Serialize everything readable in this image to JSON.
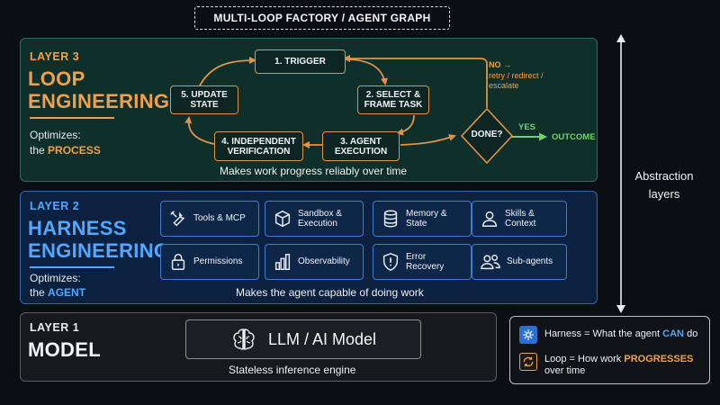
{
  "header": {
    "title": "MULTI-LOOP FACTORY / AGENT GRAPH"
  },
  "layer3": {
    "tag": "LAYER 3",
    "name_line1": "LOOP",
    "name_line2": "ENGINEERING",
    "optimizes_label": "Optimizes:",
    "the_label": "the",
    "focus": "PROCESS",
    "caption": "Makes work progress reliably over time",
    "nodes": {
      "trigger": "1. TRIGGER",
      "select": "2. SELECT &\nFRAME TASK",
      "execution": "3. AGENT\nEXECUTION",
      "verification": "4. INDEPENDENT\nVERIFICATION",
      "update": "5. UPDATE\nSTATE",
      "done": "DONE?"
    },
    "no_label": "NO →",
    "no_detail1": "retry / redirect /",
    "no_detail2": "escalate",
    "yes_label": "YES",
    "outcome_label": "OUTCOME"
  },
  "layer2": {
    "tag": "LAYER 2",
    "name_line1": "HARNESS",
    "name_line2": "ENGINEERING",
    "optimizes_label": "Optimizes:",
    "the_label": "the",
    "focus": "AGENT",
    "caption": "Makes the agent capable of doing work",
    "cards": [
      {
        "label": "Tools & MCP",
        "icon": "tools-icon"
      },
      {
        "label": "Sandbox &\nExecution",
        "icon": "cube-icon"
      },
      {
        "label": "Memory &\nState",
        "icon": "database-icon"
      },
      {
        "label": "Skills &\nContext",
        "icon": "person-icon"
      },
      {
        "label": "Permissions",
        "icon": "lock-icon"
      },
      {
        "label": "Observability",
        "icon": "bar-chart-icon"
      },
      {
        "label": "Error\nRecovery",
        "icon": "shield-alert-icon"
      },
      {
        "label": "Sub-agents",
        "icon": "users-icon"
      }
    ]
  },
  "layer1": {
    "tag": "LAYER 1",
    "name": "MODEL",
    "model_label": "LLM / AI Model",
    "model_icon": "brain-icon",
    "caption": "Stateless inference engine"
  },
  "side": {
    "label_line1": "Abstraction",
    "label_line2": "layers"
  },
  "legend": {
    "harness_prefix": "Harness = What the agent",
    "harness_key": "CAN",
    "harness_suffix": "do",
    "loop_prefix": "Loop = How work",
    "loop_key": "PROGRESSES",
    "loop_suffix": "over time"
  },
  "colors": {
    "loop_accent": "#f0a04b",
    "harness_accent": "#52a8ff",
    "yes_green": "#6fd36a",
    "layer3_bg": "#0f2f2b",
    "layer2_bg": "#0c2140",
    "layer1_bg": "#17191c"
  }
}
